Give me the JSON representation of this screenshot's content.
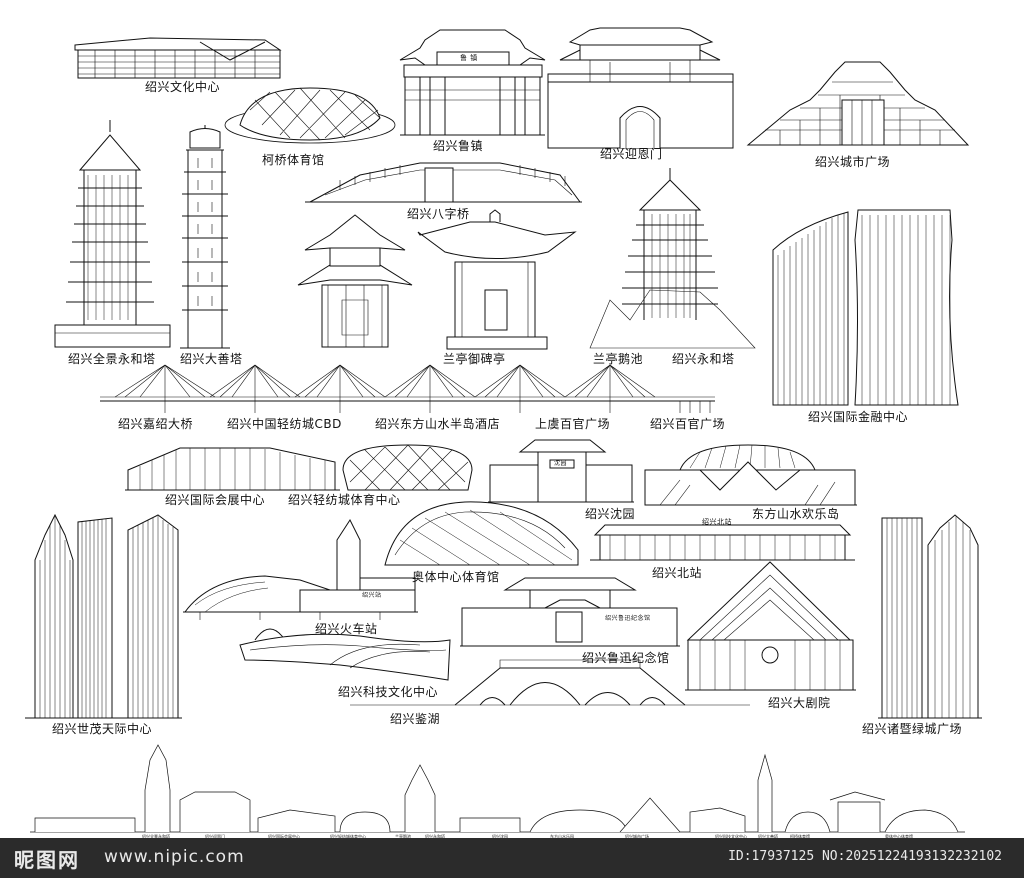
{
  "labels": {
    "culture_center": "绍兴文化中心",
    "keqiao_gym": "柯桥体育馆",
    "luzhen": "绍兴鲁镇",
    "yingen_gate": "绍兴迎恩门",
    "city_plaza": "绍兴城市广场",
    "bazi_bridge": "绍兴八字桥",
    "yonghe_tower": "绍兴全景永和塔",
    "dashan_tower": "绍兴大善塔",
    "lanting_pavilion": "兰亭御碑亭",
    "lanting_goose_pond": "兰亭鹅池",
    "yonghe_tower_2": "绍兴永和塔",
    "ifc": "绍兴国际金融中心",
    "jiashao_bridge": "绍兴嘉绍大桥",
    "light_textile_cbd": "绍兴中国轻纺城CBD",
    "oriental_hotel": "绍兴东方山水半岛酒店",
    "shangyu_plaza": "上虞百官广场",
    "baiguan_plaza": "绍兴百官广场",
    "expo_center": "绍兴国际会展中心",
    "textile_stadium": "绍兴轻纺城体育中心",
    "shenyuan": "绍兴沈园",
    "oriental_park": "东方山水欢乐岛",
    "olympic_gym": "奥体中心体育馆",
    "north_station": "绍兴北站",
    "railway_station": "绍兴火车站",
    "luxun_memorial": "绍兴鲁迅纪念馆",
    "shimao": "绍兴世茂天际中心",
    "sci_tech_center": "绍兴科技文化中心",
    "jianhu": "绍兴鉴湖",
    "grand_theatre": "绍兴大剧院",
    "zhuji_plaza": "绍兴诸暨绿城广场"
  },
  "signs": {
    "luzhen_plaque": "鲁 镇",
    "north_station_sign": "绍兴北站",
    "railway_station_sign": "绍兴站",
    "memorial_sign": "绍兴鲁迅纪念馆",
    "shenyuan_plaque": "沈园"
  },
  "panorama_labels": [
    "绍兴全景永和塔",
    "绍兴迎恩门",
    "绍兴国际会展中心",
    "绍兴轻纺城体育中心",
    "兰亭鹅池",
    "绍兴永和塔",
    "绍兴沈园",
    "东方山水乐园",
    "绍兴城市广场",
    "绍兴科技文化中心",
    "绍兴大善塔",
    "柯桥体育馆",
    "奥体中心体育馆"
  ],
  "footer": {
    "logo": "昵图网",
    "url": "www.nipic.com",
    "id_text": "ID:17937125 NO:20251224193132232102"
  },
  "colors": {
    "ink": "#111111",
    "footer_bg": "#2b2b2b",
    "footer_text": "#e9e9e9"
  }
}
